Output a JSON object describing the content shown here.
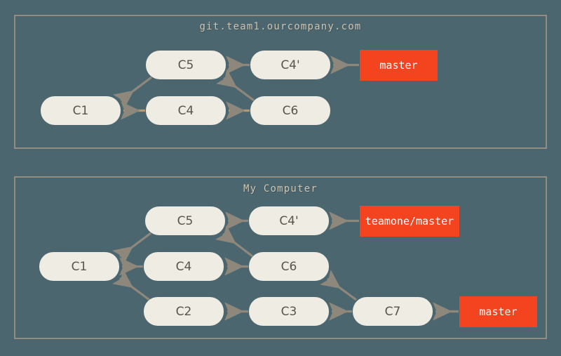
{
  "figure": {
    "background_color": "#4c666f",
    "panel_border_color": "#938d81",
    "node_fill": "#eeece3",
    "node_text_color": "#5a544c",
    "branch_fill": "#f4441f",
    "branch_text_color": "#ffffff",
    "edge_gray": "#8d887b",
    "edge_tan": "#b39a72",
    "title_color": "#cdc3b2"
  },
  "panels": [
    {
      "id": "remote-panel",
      "title": "git.team1.ourcompany.com",
      "nodes": [
        {
          "id": "p1-c1",
          "label": "C1"
        },
        {
          "id": "p1-c4",
          "label": "C4"
        },
        {
          "id": "p1-c6",
          "label": "C6"
        },
        {
          "id": "p1-c5",
          "label": "C5"
        },
        {
          "id": "p1-c4p",
          "label": "C4'"
        }
      ],
      "branches": [
        {
          "id": "p1-master",
          "label": "master",
          "points_to": "C4'"
        }
      ]
    },
    {
      "id": "local-panel",
      "title": "My Computer",
      "nodes": [
        {
          "id": "p2-c1",
          "label": "C1"
        },
        {
          "id": "p2-c4",
          "label": "C4"
        },
        {
          "id": "p2-c6",
          "label": "C6"
        },
        {
          "id": "p2-c5",
          "label": "C5"
        },
        {
          "id": "p2-c4p",
          "label": "C4'"
        },
        {
          "id": "p2-c2",
          "label": "C2"
        },
        {
          "id": "p2-c3",
          "label": "C3"
        },
        {
          "id": "p2-c7",
          "label": "C7"
        }
      ],
      "branches": [
        {
          "id": "p2-teamone-master",
          "label": "teamone/master",
          "points_to": "C4'"
        },
        {
          "id": "p2-master",
          "label": "master",
          "points_to": "C7"
        }
      ]
    }
  ]
}
